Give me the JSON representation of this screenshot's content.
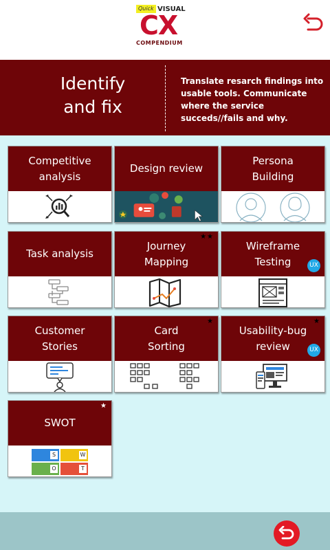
{
  "header": {
    "logo": {
      "quick": "Quick",
      "visual": "VISUAL",
      "cx": "CX",
      "compendium": "COMPENDIUM"
    },
    "back_icon": "back-arrow-icon"
  },
  "banner": {
    "title": "Identify\nand fix",
    "description": "Translate resarch findings into usable tools. Communicate where the service succeds//fails and why."
  },
  "cards": [
    {
      "label": "Competitive\nanalysis",
      "icon": "analysis-magnifier-icon"
    },
    {
      "label": "Design review",
      "icon": "design-review-illustration"
    },
    {
      "label": "Persona\nBuilding",
      "icon": "persona-avatars-icon"
    },
    {
      "label": "Task analysis",
      "icon": "task-flow-icon"
    },
    {
      "label": "Journey\nMapping",
      "stars": "★★",
      "icon": "journey-map-icon"
    },
    {
      "label": "Wireframe\nTesting",
      "badge": "UX",
      "icon": "wireframe-icon"
    },
    {
      "label": "Customer\nStories",
      "icon": "story-speech-icon"
    },
    {
      "label": "Card\nSorting",
      "stars": "★",
      "icon": "card-sort-icon"
    },
    {
      "label": "Usability-bug\nreview",
      "stars": "★",
      "badge": "UX",
      "icon": "devices-icon"
    },
    {
      "label": "SWOT",
      "stars": "★",
      "swot": [
        "S",
        "W",
        "O",
        "T"
      ],
      "icon": "swot-grid-icon"
    }
  ],
  "colors": {
    "primary": "#6e0508",
    "accent": "#c8102e",
    "background": "#d6f5f8",
    "footer": "#9cc5c8",
    "back_button": "#e31a25",
    "ux_badge": "#21a8e6"
  }
}
